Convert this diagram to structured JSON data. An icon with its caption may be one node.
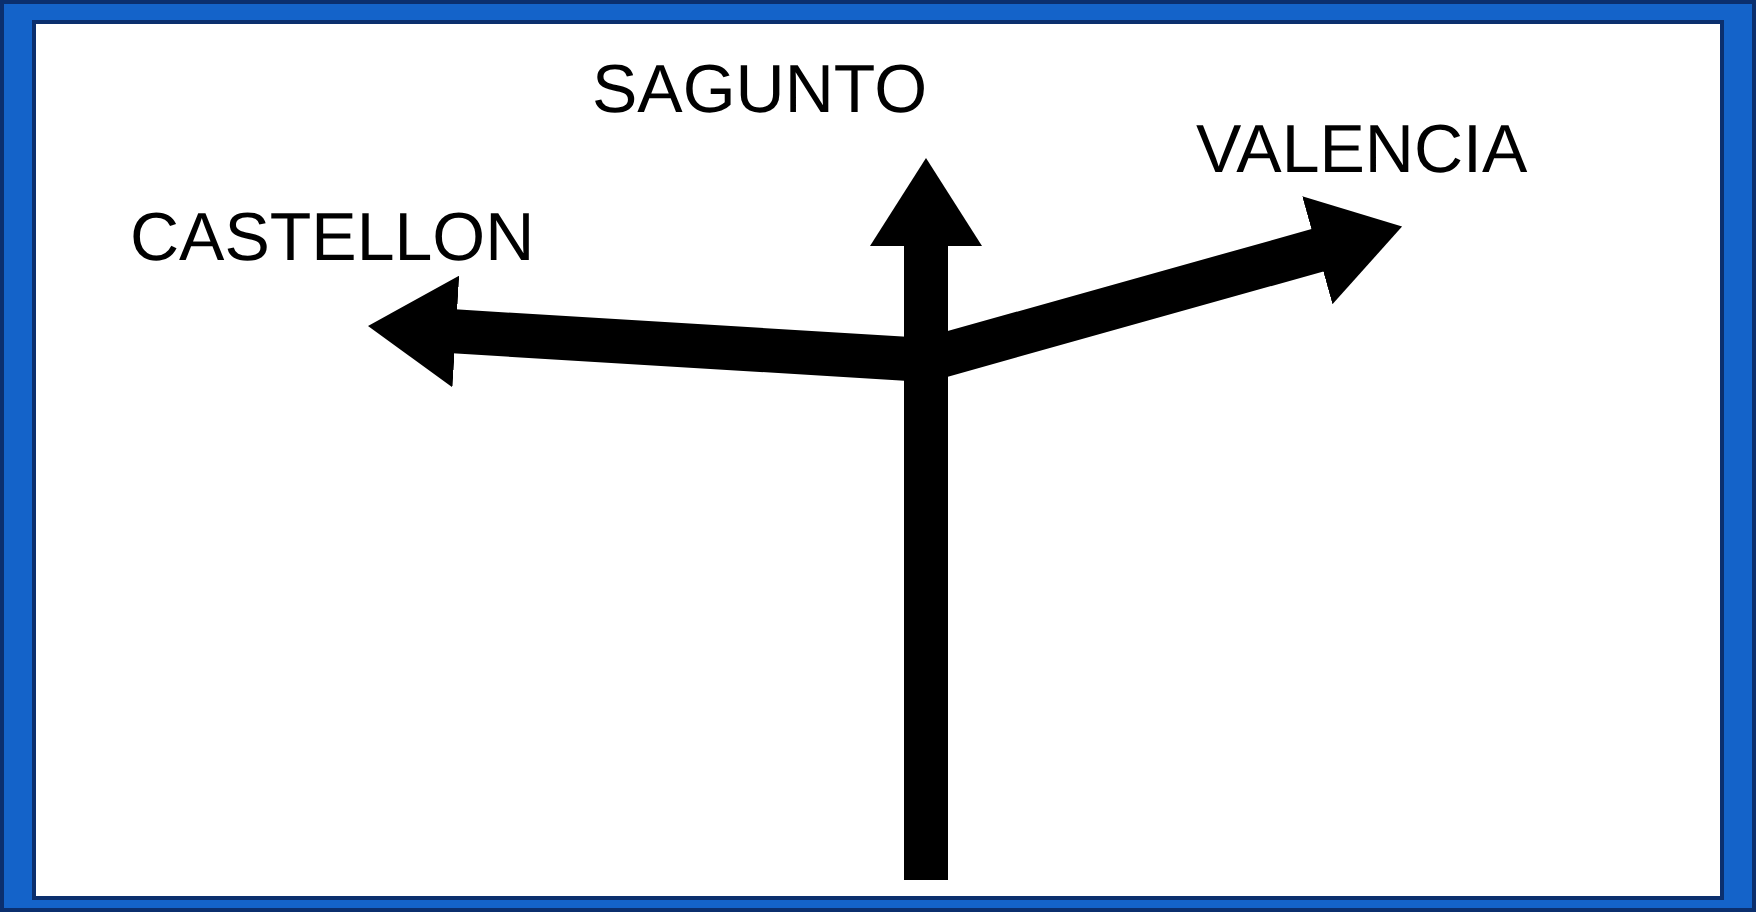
{
  "diagram": {
    "nodes": [
      {
        "text": [
          "CASTELLON"
        ]
      },
      {
        "text": [
          "SAGUNTO"
        ]
      },
      {
        "text": [
          "VALENCIA"
        ]
      }
    ],
    "edges": [
      {
        "from": null,
        "to": 0,
        "arrow": "to"
      },
      {
        "from": null,
        "to": 1,
        "arrow": "to"
      },
      {
        "from": null,
        "to": 2,
        "arrow": "to"
      }
    ]
  }
}
